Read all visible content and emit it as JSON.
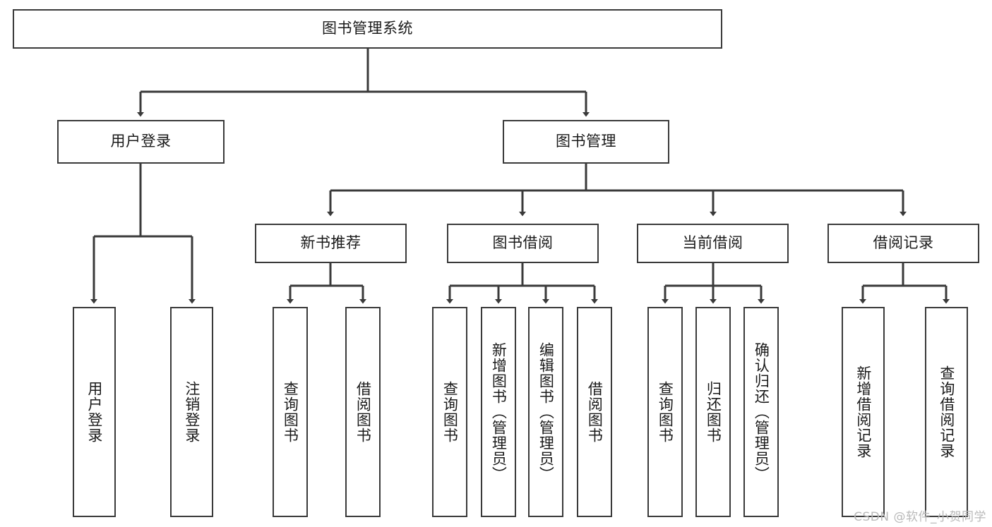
{
  "diagram": {
    "title": "图书管理系统",
    "type": "tree-hierarchy-diagram",
    "colors": {
      "background": "#ffffff",
      "box_border": "#3a3a3a",
      "box_fill": "#ffffff",
      "connector": "#3a3a3a",
      "text": "#1a1a1a",
      "watermark": "#b9b9b9"
    }
  },
  "root": {
    "label": "图书管理系统"
  },
  "level2": [
    {
      "label": "用户登录"
    },
    {
      "label": "图书管理"
    }
  ],
  "level3": [
    {
      "label": "新书推荐"
    },
    {
      "label": "图书借阅"
    },
    {
      "label": "当前借阅"
    },
    {
      "label": "借阅记录"
    }
  ],
  "leaves": {
    "user_login": [
      {
        "label": "用户登录"
      },
      {
        "label": "注销登录"
      }
    ],
    "new_book_recommend": [
      {
        "label": "查询图书"
      },
      {
        "label": "借阅图书"
      }
    ],
    "book_borrow": [
      {
        "label": "查询图书"
      },
      {
        "label": "新增图书（管理员）"
      },
      {
        "label": "编辑图书（管理员）"
      },
      {
        "label": "借阅图书"
      }
    ],
    "current_borrow": [
      {
        "label": "查询图书"
      },
      {
        "label": "归还图书"
      },
      {
        "label": "确认归还（管理员）"
      }
    ],
    "borrow_records": [
      {
        "label": "新增借阅记录"
      },
      {
        "label": "查询借阅记录"
      }
    ]
  },
  "watermark": {
    "text": "CSDN @软件_小贺同学"
  }
}
